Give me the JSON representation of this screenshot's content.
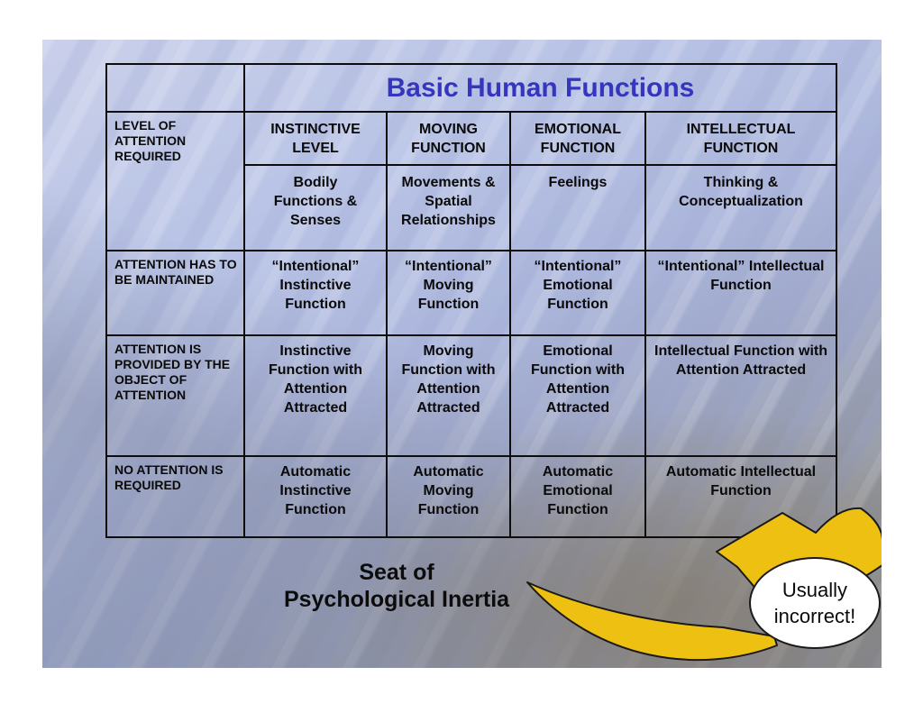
{
  "table": {
    "title": "Basic Human Functions",
    "corner_label": "LEVEL OF ATTENTION REQUIRED",
    "column_headers": [
      "INSTINCTIVE LEVEL",
      "MOVING FUNCTION",
      "EMOTIONAL FUNCTION",
      "INTELLECTUAL FUNCTION"
    ],
    "column_descriptions": [
      "Bodily Functions & Senses",
      "Movements & Spatial Relationships",
      "Feelings",
      "Thinking & Conceptualization"
    ],
    "rows": [
      {
        "label": "ATTENTION HAS TO BE MAINTAINED",
        "cells": [
          "“Intentional” Instinctive Function",
          "“Intentional” Moving Function",
          "“Intentional” Emotional Function",
          "“Intentional” Intellectual Function"
        ]
      },
      {
        "label": "ATTENTION IS PROVIDED BY THE OBJECT OF ATTENTION",
        "cells": [
          "Instinctive Function with Attention Attracted",
          "Moving Function with Attention Attracted",
          "Emotional Function with Attention Attracted",
          "Intellectual Function with Attention Attracted"
        ]
      },
      {
        "label": "NO ATTENTION IS REQUIRED",
        "cells": [
          "Automatic Instinctive Function",
          "Automatic Moving Function",
          "Automatic Emotional Function",
          "Automatic Intellectual Function"
        ]
      }
    ]
  },
  "caption": {
    "line1": "Seat of",
    "line2": "Psychological Inertia"
  },
  "callout": {
    "line1": "Usually",
    "line2": "incorrect!"
  },
  "colors": {
    "title_blue": "#3535bd",
    "arrow_yellow": "#eec011",
    "table_line": "#0d0d0d",
    "callout_bg": "#ffffff"
  }
}
